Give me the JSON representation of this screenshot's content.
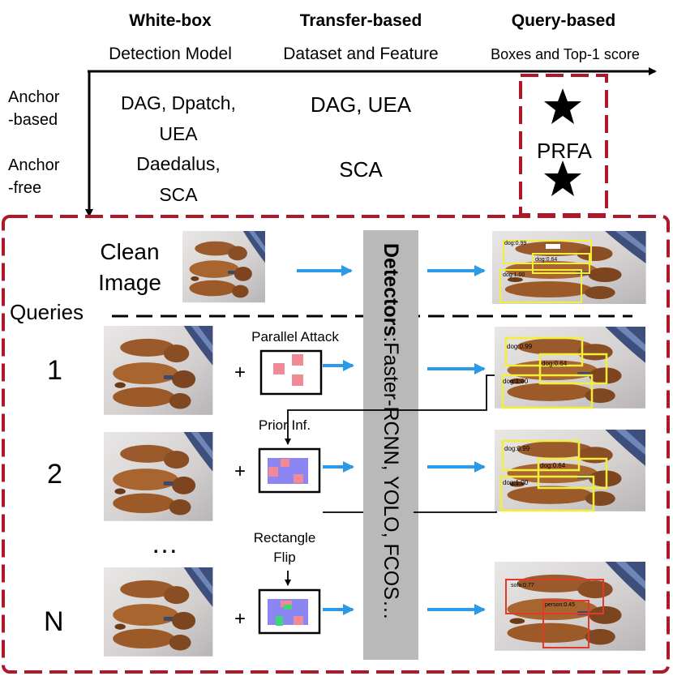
{
  "header": {
    "col1_title": "White-box",
    "col1_sub": "Detection Model",
    "col2_title": "Transfer-based",
    "col2_sub": "Dataset and Feature",
    "col3_title": "Query-based",
    "col3_sub": "Boxes and Top-1 score"
  },
  "y_axis": {
    "row1": "Anchor\n-based",
    "row1_a": "Anchor",
    "row1_b": "-based",
    "row2_a": "Anchor",
    "row2_b": "-free"
  },
  "cells": {
    "whitebox_anchor_based_a": "DAG, Dpatch,",
    "whitebox_anchor_based_b": "UEA",
    "whitebox_anchor_free_a": "Daedalus,",
    "whitebox_anchor_free_b": "SCA",
    "transfer_anchor_based": "DAG, UEA",
    "transfer_anchor_free": "SCA",
    "query_method": "PRFA"
  },
  "pipeline": {
    "clean_a": "Clean",
    "clean_b": "Image",
    "queries_label": "Queries",
    "query_1": "1",
    "query_2": "2",
    "query_dots": "…",
    "query_n": "N",
    "plus": "+",
    "step1": "Parallel Attack",
    "step2": "Prior Inf.",
    "step3_a": "Rectangle",
    "step3_b": "Flip",
    "detectors_bold": "Detectors",
    "detectors_rest": ":Faster-RCNN, YOLO, FCOS…",
    "det_labels": {
      "dog1": "dog:0.99",
      "dog2": "dog:0.64",
      "dog3": "dog:1.00",
      "sofa": "sofa:0.77",
      "person": "person:0.45"
    }
  },
  "colors": {
    "frame_red": "#b0182a",
    "arrow_blue": "#2b9be8",
    "detector_gray": "#b9b9b9",
    "patch_pink": "#f08a96",
    "patch_blue": "#8c86f2",
    "patch_green": "#3fd67a",
    "box_yellow": "#f2ee3a",
    "box_red": "#e23a2a"
  }
}
